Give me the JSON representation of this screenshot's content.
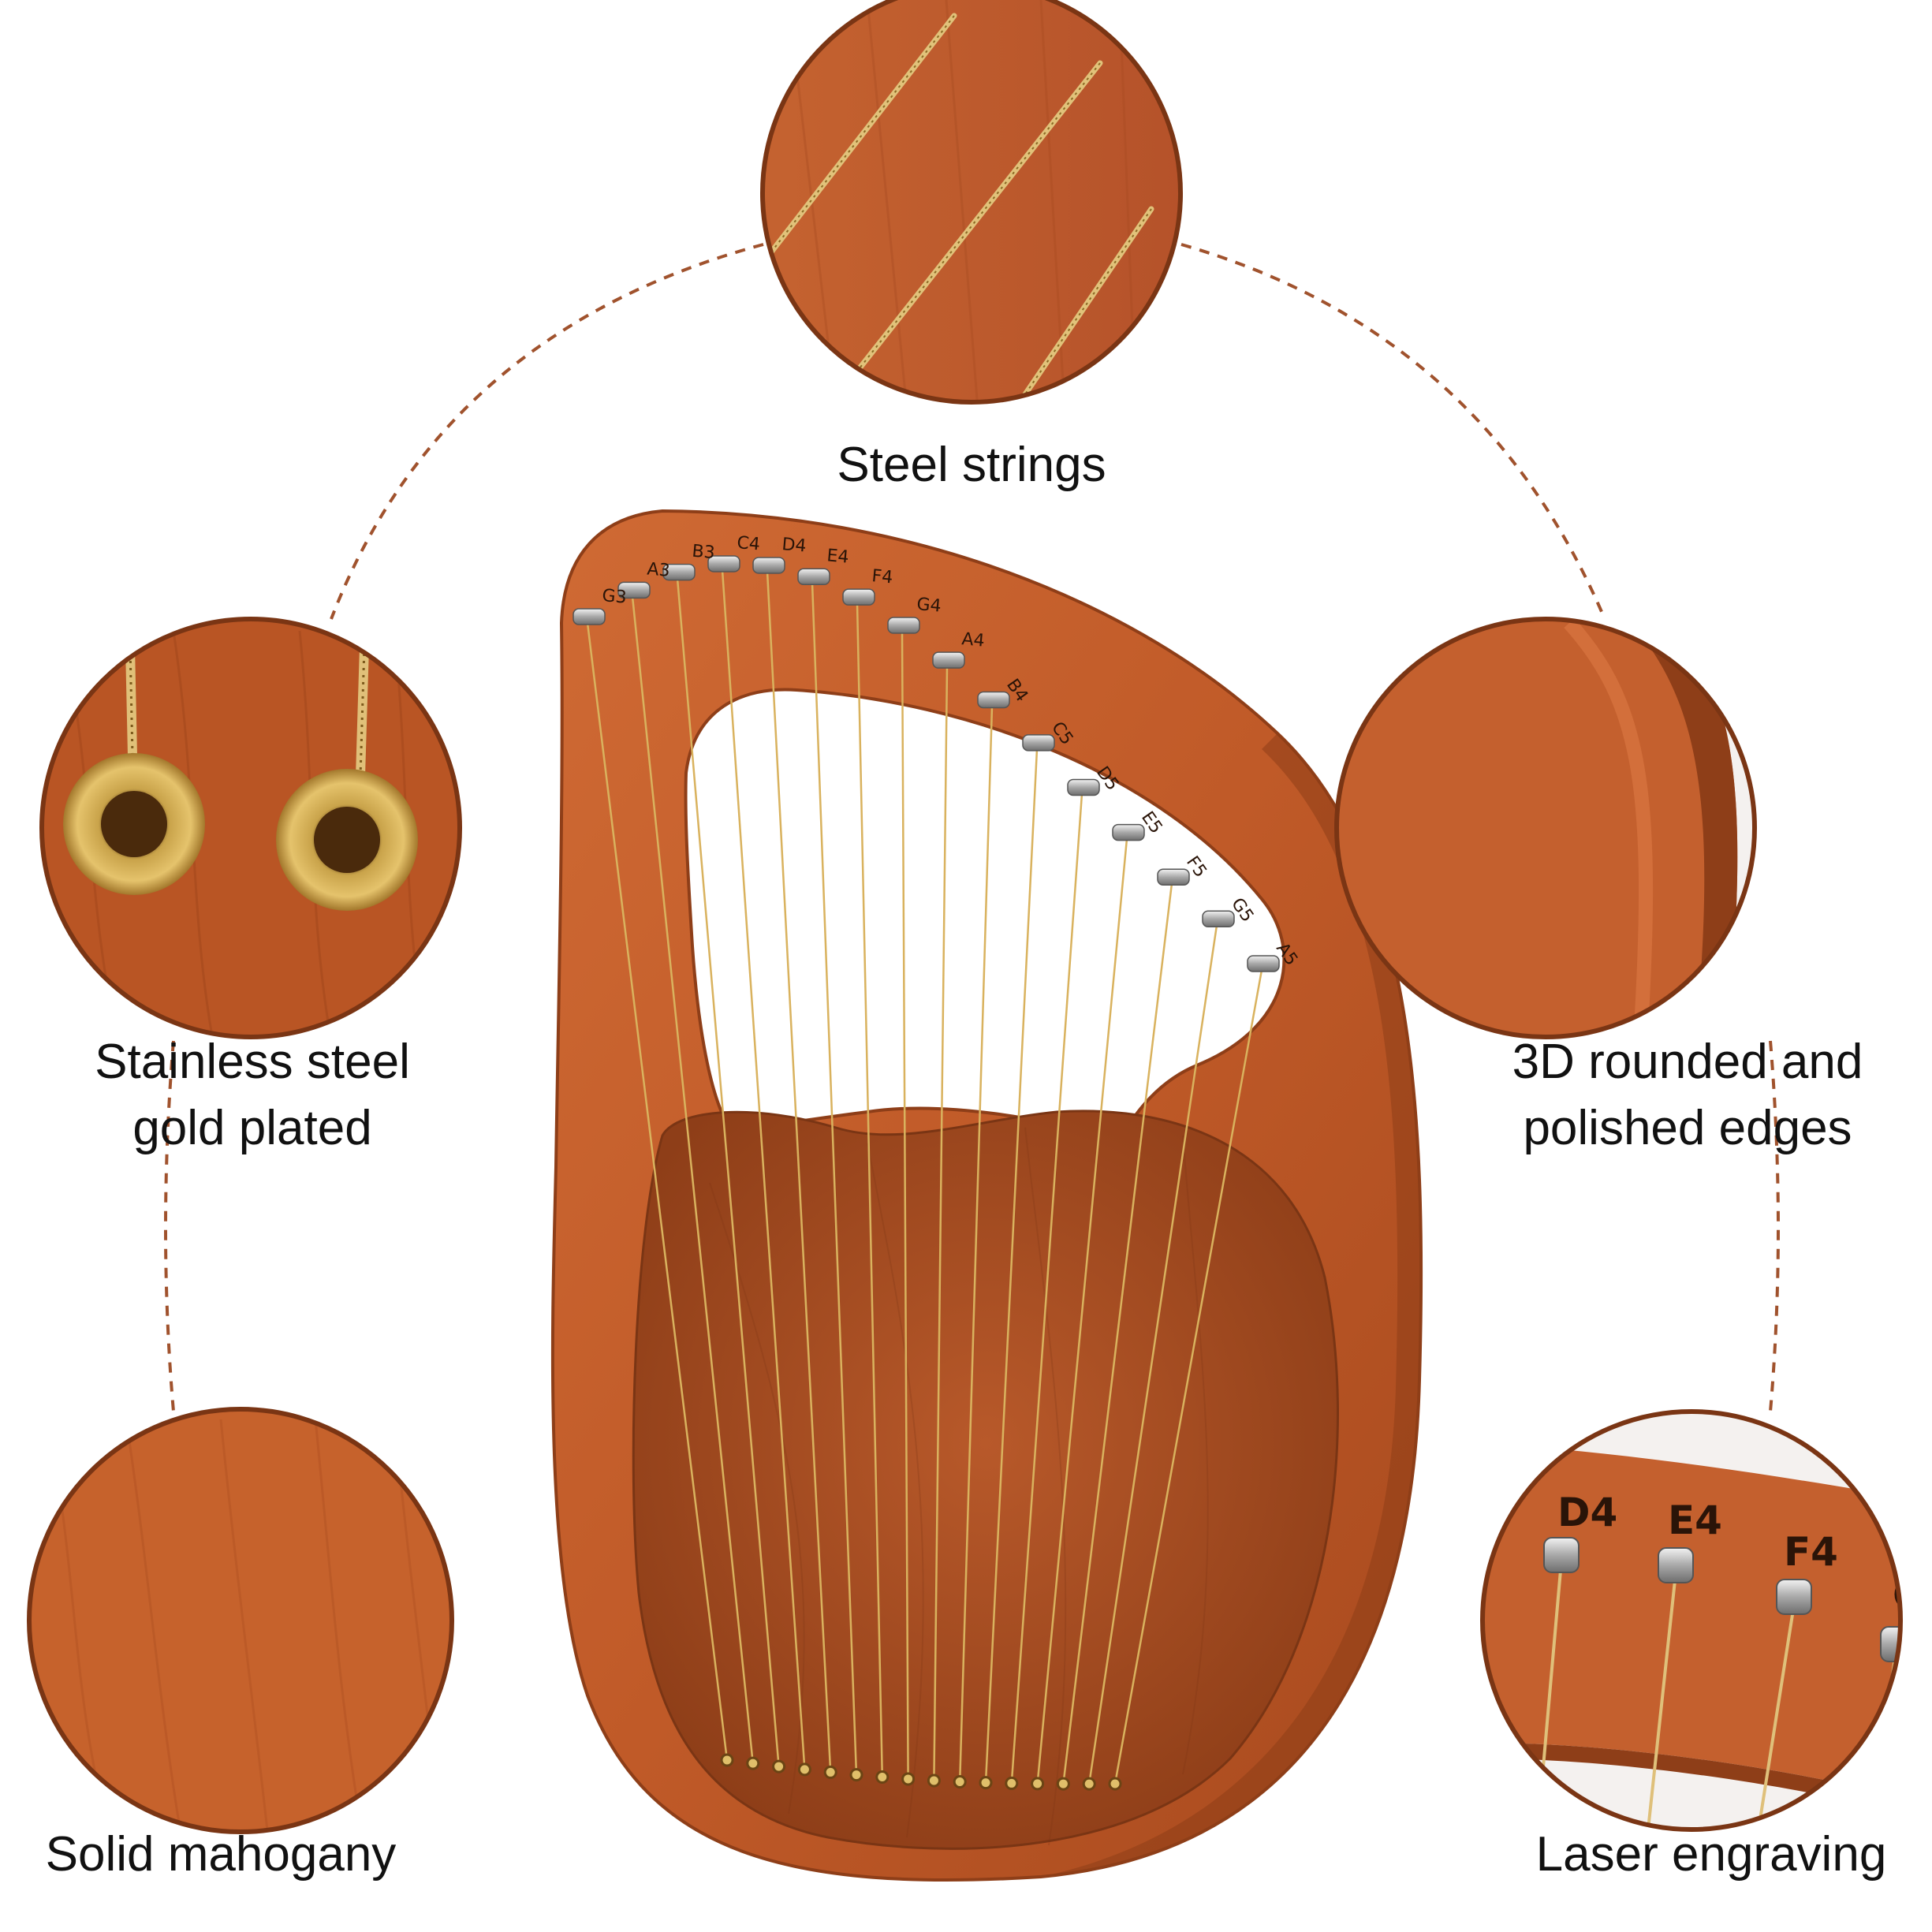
{
  "harp": {
    "notes": [
      "G3",
      "A3",
      "B3",
      "C4",
      "D4",
      "E4",
      "F4",
      "G4",
      "A4",
      "B4",
      "C5",
      "D5",
      "E5",
      "F5",
      "G5",
      "A5"
    ]
  },
  "features": [
    {
      "id": "strings",
      "label": "Steel strings"
    },
    {
      "id": "gold",
      "line1": "Stainless steel",
      "line2": "gold plated"
    },
    {
      "id": "edges",
      "line1": "3D rounded and",
      "line2": "polished edges"
    },
    {
      "id": "wood",
      "label": "Solid mahogany"
    },
    {
      "id": "laser",
      "label": "Laser engraving",
      "visible_notes": [
        "D4",
        "E4",
        "F4",
        "G"
      ]
    }
  ],
  "colors": {
    "mahogany": "#c4602e",
    "mahogany_dark": "#8e3e18",
    "string_gold": "#d9b25e",
    "dashed_line": "#a0522d",
    "caption_text": "#111111"
  }
}
